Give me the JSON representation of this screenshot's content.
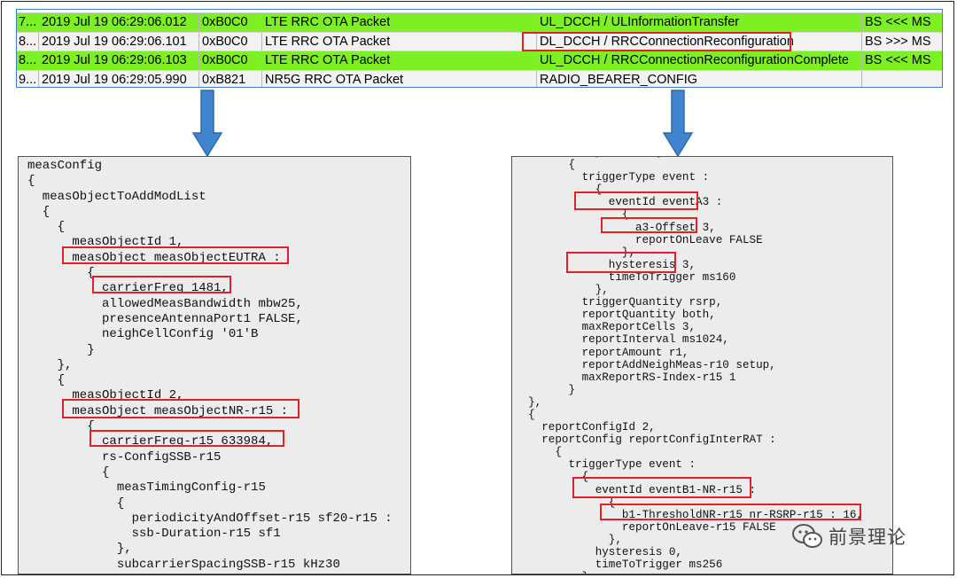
{
  "log": {
    "rows": [
      {
        "index": "7...",
        "time": "2019 Jul 19  06:29:06.012",
        "code": "0xB0C0",
        "type": "LTE RRC OTA Packet",
        "message": "UL_DCCH / ULInformationTransfer",
        "direction": "BS <<< MS",
        "highlight": true
      },
      {
        "index": "8...",
        "time": "2019 Jul 19  06:29:06.101",
        "code": "0xB0C0",
        "type": "LTE RRC OTA Packet",
        "message": "DL_DCCH / RRCConnectionReconfiguration",
        "direction": "BS >>> MS",
        "highlight": false
      },
      {
        "index": "8...",
        "time": "2019 Jul 19  06:29:06.103",
        "code": "0xB0C0",
        "type": "LTE RRC OTA Packet",
        "message": "UL_DCCH / RRCConnectionReconfigurationComplete",
        "direction": "BS <<< MS",
        "highlight": true
      },
      {
        "index": "9...",
        "time": "2019 Jul 19  06:29:05.990",
        "code": "0xB821",
        "type": "NR5G RRC OTA Packet",
        "message": "RADIO_BEARER_CONFIG",
        "direction": "",
        "highlight": false
      }
    ]
  },
  "left_panel": {
    "lines": [
      "measConfig",
      "{",
      "  measObjectToAddModList",
      "  {",
      "    {",
      "      measObjectId 1,",
      "      measObject measObjectEUTRA :",
      "        {",
      "          carrierFreq 1481,",
      "          allowedMeasBandwidth mbw25,",
      "          presenceAntennaPort1 FALSE,",
      "          neighCellConfig '01'B",
      "        }",
      "    },",
      "    {",
      "      measObjectId 2,",
      "      measObject measObjectNR-r15 :",
      "        {",
      "          carrierFreq-r15 633984,",
      "          rs-ConfigSSB-r15",
      "          {",
      "            measTimingConfig-r15",
      "            {",
      "              periodicityAndOffset-r15 sf20-r15 :",
      "              ssb-Duration-r15 sf1",
      "            },",
      "            subcarrierSpacingSSB-r15 kHz30",
      "          }"
    ]
  },
  "right_panel": {
    "lines": [
      "          reportConfigEUTRA :",
      "        {",
      "          triggerType event :",
      "            {",
      "              eventId eventA3 :",
      "                {",
      "                  a3-Offset 3,",
      "                  reportOnLeave FALSE",
      "                },",
      "              hysteresis 3,",
      "              timeToTrigger ms160",
      "            },",
      "          triggerQuantity rsrp,",
      "          reportQuantity both,",
      "          maxReportCells 3,",
      "          reportInterval ms1024,",
      "          reportAmount r1,",
      "          reportAddNeighMeas-r10 setup,",
      "          maxReportRS-Index-r15 1",
      "        }",
      "  },",
      "  {",
      "    reportConfigId 2,",
      "    reportConfig reportConfigInterRAT :",
      "      {",
      "        triggerType event :",
      "          {",
      "            eventId eventB1-NR-r15 :",
      "              {",
      "                b1-ThresholdNR-r15 nr-RSRP-r15 : 16,",
      "                reportOnLeave-r15 FALSE",
      "              },",
      "            hysteresis 0,",
      "            timeToTrigger ms256",
      "          },"
    ]
  },
  "watermark": {
    "text": "前景理论",
    "icon": "wechat-icon"
  },
  "colors": {
    "highlight_row": "#7cf024",
    "annotation_box": "#e0202a",
    "arrow": "#3f84cc",
    "panel_bg": "#ececec"
  }
}
